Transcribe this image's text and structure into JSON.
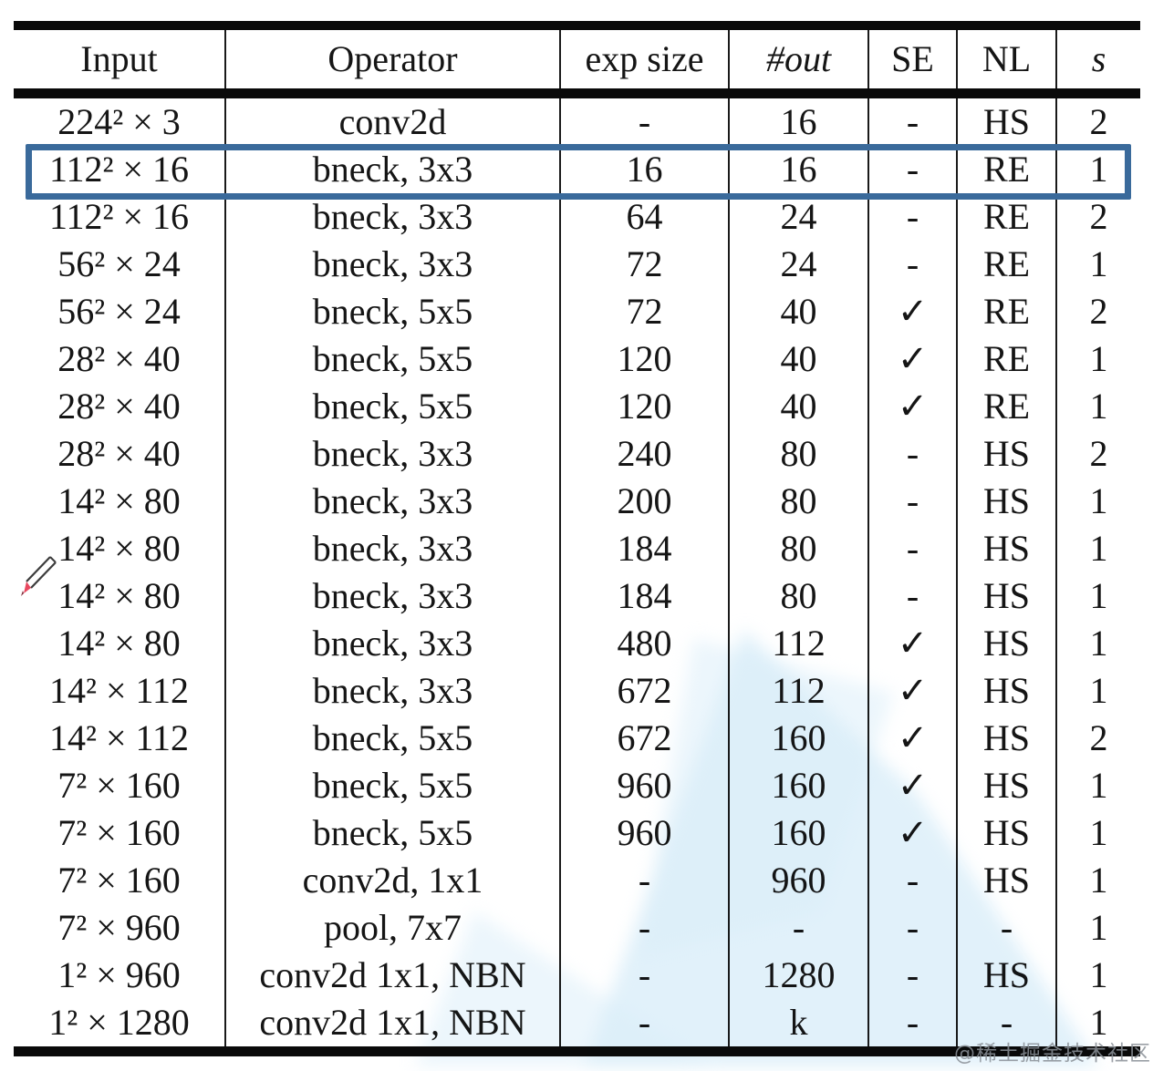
{
  "table": {
    "type": "table",
    "columns": [
      {
        "label": "Input",
        "italic": false
      },
      {
        "label": "Operator",
        "italic": false
      },
      {
        "label": "exp size",
        "italic": false
      },
      {
        "label": "#out",
        "italic": true
      },
      {
        "label": "SE",
        "italic": false
      },
      {
        "label": "NL",
        "italic": false
      },
      {
        "label": "s",
        "italic": true
      }
    ],
    "rows": [
      [
        "224² × 3",
        "conv2d",
        "-",
        "16",
        "-",
        "HS",
        "2"
      ],
      [
        "112² × 16",
        "bneck, 3x3",
        "16",
        "16",
        "-",
        "RE",
        "1"
      ],
      [
        "112² × 16",
        "bneck, 3x3",
        "64",
        "24",
        "-",
        "RE",
        "2"
      ],
      [
        "56² × 24",
        "bneck, 3x3",
        "72",
        "24",
        "-",
        "RE",
        "1"
      ],
      [
        "56² × 24",
        "bneck, 5x5",
        "72",
        "40",
        "✓",
        "RE",
        "2"
      ],
      [
        "28² × 40",
        "bneck, 5x5",
        "120",
        "40",
        "✓",
        "RE",
        "1"
      ],
      [
        "28² × 40",
        "bneck, 5x5",
        "120",
        "40",
        "✓",
        "RE",
        "1"
      ],
      [
        "28² × 40",
        "bneck, 3x3",
        "240",
        "80",
        "-",
        "HS",
        "2"
      ],
      [
        "14² × 80",
        "bneck, 3x3",
        "200",
        "80",
        "-",
        "HS",
        "1"
      ],
      [
        "14² × 80",
        "bneck, 3x3",
        "184",
        "80",
        "-",
        "HS",
        "1"
      ],
      [
        "14² × 80",
        "bneck, 3x3",
        "184",
        "80",
        "-",
        "HS",
        "1"
      ],
      [
        "14² × 80",
        "bneck, 3x3",
        "480",
        "112",
        "✓",
        "HS",
        "1"
      ],
      [
        "14² × 112",
        "bneck, 3x3",
        "672",
        "112",
        "✓",
        "HS",
        "1"
      ],
      [
        "14² × 112",
        "bneck, 5x5",
        "672",
        "160",
        "✓",
        "HS",
        "2"
      ],
      [
        "7² × 160",
        "bneck, 5x5",
        "960",
        "160",
        "✓",
        "HS",
        "1"
      ],
      [
        "7² × 160",
        "bneck, 5x5",
        "960",
        "160",
        "✓",
        "HS",
        "1"
      ],
      [
        "7² × 160",
        "conv2d, 1x1",
        "-",
        "960",
        "-",
        "HS",
        "1"
      ],
      [
        "7² × 960",
        "pool, 7x7",
        "-",
        "-",
        "-",
        "-",
        "1"
      ],
      [
        "1² × 960",
        "conv2d 1x1, NBN",
        "-",
        "1280",
        "-",
        "HS",
        "1"
      ],
      [
        "1² × 1280",
        "conv2d 1x1, NBN",
        "-",
        "k",
        "-",
        "-",
        "1"
      ]
    ],
    "highlighted_row_index": 1
  },
  "annotation": {
    "highlight_border_color": "#3a6a9b"
  },
  "watermark": {
    "text": "@稀土掘金技术社区",
    "text_color": "#8a9097",
    "blob_color": "#cfe8f7"
  },
  "icons": {
    "pencil_cursor": "red-tipped pencil cursor"
  }
}
